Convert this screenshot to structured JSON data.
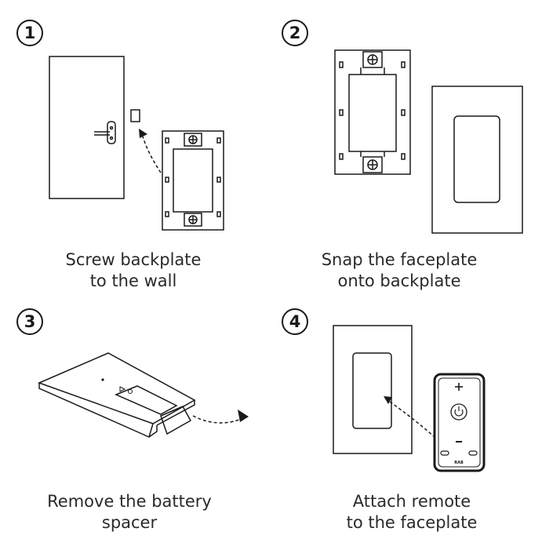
{
  "steps": [
    {
      "number": "1",
      "caption_line1": "Screw backplate",
      "caption_line2": "to the wall"
    },
    {
      "number": "2",
      "caption_line1": "Snap the faceplate",
      "caption_line2": "onto backplate"
    },
    {
      "number": "3",
      "caption_line1": "Remove the battery",
      "caption_line2": "spacer"
    },
    {
      "number": "4",
      "caption_line1": "Attach remote",
      "caption_line2": "to the faceplate"
    }
  ],
  "remote": {
    "brand": "RAB",
    "plus": "+",
    "minus": "−"
  },
  "colors": {
    "line": "#1a1a1a",
    "background": "#ffffff"
  }
}
